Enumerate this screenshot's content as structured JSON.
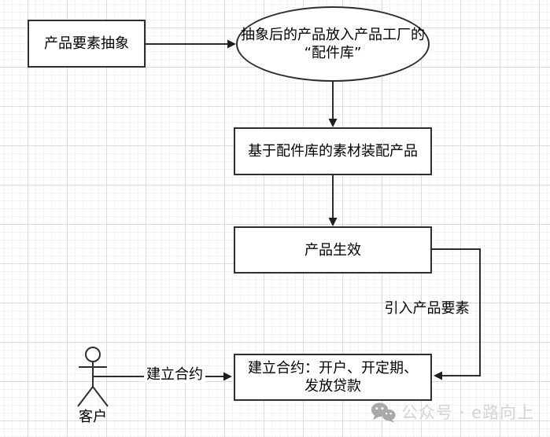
{
  "diagram": {
    "nodes": {
      "abstract": {
        "label": "产品要素抽象"
      },
      "factory": {
        "label": "抽象后的产品放入产品工厂的\n“配件库”"
      },
      "assemble": {
        "label": "基于配件库的素材装配产品"
      },
      "effective": {
        "label": "产品生效"
      },
      "contract": {
        "label": "建立合约：开户、开定期、\n发放贷款"
      }
    },
    "edges": {
      "introduce": {
        "label": "引入产品要素"
      },
      "establish": {
        "label": "建立合约"
      }
    },
    "actor": {
      "label": "客户"
    }
  },
  "watermark": {
    "icon": "wechat-icon",
    "text": "公众号 · e路向上"
  },
  "colors": {
    "shape_stroke": "#2e2e2e",
    "arrow_fill": "#1f1f1f",
    "grid_minor": "#f5f2f2",
    "grid_major": "#dcdcdc",
    "watermark_text": "#d4d4d4",
    "watermark_icon": "#a9a9a9"
  }
}
